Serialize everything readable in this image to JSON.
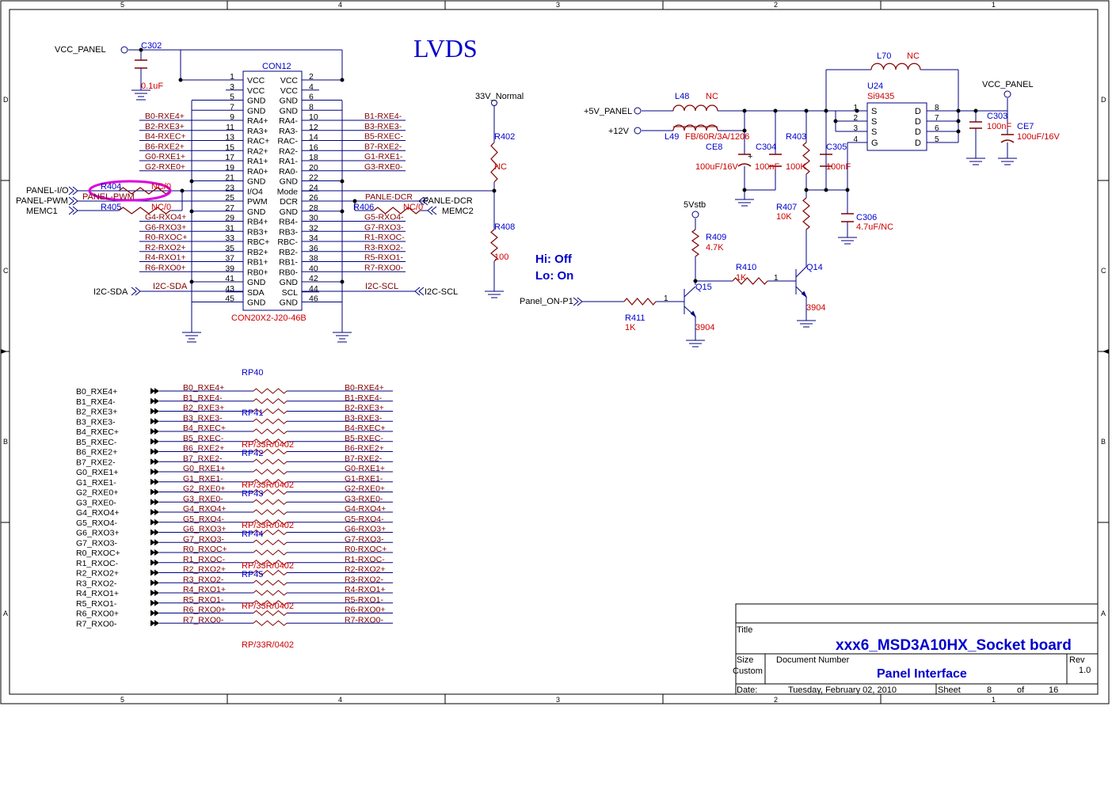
{
  "page": {
    "title": "LVDS",
    "note_hi": "Hi: Off",
    "note_lo": "Lo: On",
    "border_cols": [
      "5",
      "4",
      "3",
      "2",
      "1"
    ],
    "border_rows": [
      "D",
      "C",
      "B",
      "A"
    ]
  },
  "colors": {
    "wire": "#000080",
    "pin_text": "#800000",
    "refdes": "#0000cc",
    "value": "#cc0000",
    "frame": "#000000",
    "highlight": "#e000e0"
  },
  "con12": {
    "refdes": "CON12",
    "part": "CON20X2-J20-46B",
    "left_signals": [
      "",
      "",
      "",
      "",
      "B0-RXE4+",
      "B2-RXE3+",
      "B4-RXEC+",
      "B6-RXE2+",
      "G0-RXE1+",
      "G2-RXE0+",
      "",
      "",
      "",
      "G4-RXO4+",
      "G6-RXO3+",
      "R0-RXOC+",
      "R2-RXO2+",
      "R4-RXO1+",
      "R6-RXO0+",
      "",
      "",
      ""
    ],
    "right_signals": [
      "",
      "",
      "",
      "",
      "B1-RXE4-",
      "B3-RXE3-",
      "B5-RXEC-",
      "B7-RXE2-",
      "G1-RXE1-",
      "G3-RXE0-",
      "",
      "PANLE-DCR",
      "",
      "G5-RXO4-",
      "G7-RXO3-",
      "R1-RXOC-",
      "R3-RXO2-",
      "R5-RXO1-",
      "R7-RXO0-",
      "",
      "I2C-SCL",
      ""
    ],
    "left_pin_numbers": [
      "1",
      "3",
      "5",
      "7",
      "9",
      "11",
      "13",
      "15",
      "17",
      "19",
      "21",
      "23",
      "25",
      "27",
      "29",
      "31",
      "33",
      "35",
      "37",
      "39",
      "41",
      "43",
      "45"
    ],
    "right_pin_numbers": [
      "2",
      "4",
      "6",
      "8",
      "10",
      "12",
      "14",
      "16",
      "18",
      "20",
      "22",
      "24",
      "26",
      "28",
      "30",
      "32",
      "34",
      "36",
      "38",
      "40",
      "42",
      "44",
      "46"
    ],
    "left_pin_names": [
      "VCC",
      "VCC",
      "GND",
      "GND",
      "RA4+",
      "RA3+",
      "RAC+",
      "RA2+",
      "RA1+",
      "RA0+",
      "GND",
      "I/O4",
      "PWM",
      "GND",
      "RB4+",
      "RB3+",
      "RBC+",
      "RB2+",
      "RB1+",
      "RB0+",
      "GND",
      "SDA",
      "GND"
    ],
    "right_pin_names": [
      "VCC",
      "VCC",
      "GND",
      "GND",
      "RA4-",
      "RA3-",
      "RAC-",
      "RA2-",
      "RA1-",
      "RA0-",
      "GND",
      "Mode",
      "DCR",
      "GND",
      "RB4-",
      "RB3-",
      "RBC-",
      "RB2-",
      "RB1-",
      "RB0-",
      "GND",
      "SCL",
      "GND"
    ]
  },
  "left_parts": {
    "vcc_panel": "VCC_PANEL",
    "c302": "C302",
    "c302_val": "0.1uF",
    "panel_io": "PANEL-I/O",
    "panel_pwm": "PANEL-PWM",
    "memc1": "MEMC1",
    "r404": "R404",
    "r404_val": "NC/0",
    "r405": "R405",
    "r405_val": "NC/0",
    "panel_pwm_net": "PANEL-PWM",
    "i2c_sda": "I2C-SDA",
    "i2c_sda_net": "I2C-SDA",
    "i2c_scl": "I2C-SCL",
    "panle_dcr": "PANLE-DCR",
    "memc2": "MEMC2",
    "r406": "R406",
    "r406_val": "NC/0"
  },
  "mid_parts": {
    "v33": "33V_Normal",
    "r402": "R402",
    "r402_val": "NC",
    "r408": "R408",
    "r408_val": "100"
  },
  "power": {
    "p5v": "+5V_PANEL",
    "p12v": "+12V",
    "l48": "L48",
    "l48_val": "NC",
    "l49": "L49",
    "l49_val": "FB/60R/3A/1206",
    "ce8": "CE8",
    "ce8_val": "100uF/16V",
    "c304": "C304",
    "c304_val": "100nF",
    "r403": "R403",
    "r403_val": "100K",
    "c305": "C305",
    "c305_val": "100nF",
    "l70": "L70",
    "l70_val": "NC",
    "u24": "U24",
    "u24_val": "Si9435",
    "u24_pins": [
      "S",
      "S",
      "S",
      "G",
      "D",
      "D",
      "D",
      "D"
    ],
    "u24_pin_numbers": [
      "1",
      "2",
      "3",
      "4",
      "8",
      "7",
      "6",
      "5"
    ],
    "vcc_panel": "VCC_PANEL",
    "c303": "C303",
    "c303_val": "100nF",
    "ce7": "CE7",
    "ce7_val": "100uF/16V",
    "c306": "C306",
    "c306_val": "4.7uF/NC",
    "r407": "R407",
    "r407_val": "10K",
    "q14": "Q14",
    "q14_val": "3904",
    "r410": "R410",
    "r410_val": "1K",
    "v5stb": "5Vstb",
    "r409": "R409",
    "r409_val": "4.7K",
    "q15": "Q15",
    "q15_val": "3904",
    "panel_on": "Panel_ON-P1",
    "r411": "R411",
    "r411_val": "1K"
  },
  "rp": {
    "left_labels": [
      "B0_RXE4+",
      "B1_RXE4-",
      "B2_RXE3+",
      "B3_RXE3-",
      "B4_RXEC+",
      "B5_RXEC-",
      "B6_RXE2+",
      "B7_RXE2-",
      "G0_RXE1+",
      "G1_RXE1-",
      "G2_RXE0+",
      "G3_RXE0-",
      "G4_RXO4+",
      "G5_RXO4-",
      "G6_RXO3+",
      "G7_RXO3-",
      "R0_RXOC+",
      "R1_RXOC-",
      "R2_RXO2+",
      "R3_RXO2-",
      "R4_RXO1+",
      "R5_RXO1-",
      "R6_RXO0+",
      "R7_RXO0-"
    ],
    "right_labels": [
      "B0-RXE4+",
      "B1-RXE4-",
      "B2-RXE3+",
      "B3-RXE3-",
      "B4-RXEC+",
      "B5-RXEC-",
      "B6-RXE2+",
      "B7-RXE2-",
      "G0-RXE1+",
      "G1-RXE1-",
      "G2-RXE0+",
      "G3-RXE0-",
      "G4-RXO4+",
      "G5-RXO4-",
      "G6-RXO3+",
      "G7-RXO3-",
      "R0-RXOC+",
      "R1-RXOC-",
      "R2-RXO2+",
      "R3-RXO2-",
      "R4-RXO1+",
      "R5-RXO1-",
      "R6-RXO0+",
      "R7-RXO0-"
    ],
    "packs": [
      "RP40",
      "RP41",
      "RP42",
      "RP43",
      "RP44",
      "RP45"
    ],
    "pack_value": "RP/33R/0402"
  },
  "title_block": {
    "title_label": "Title",
    "title": "xxx6_MSD3A10HX_Socket board",
    "size_label": "Size",
    "size": "Custom",
    "docnum_label": "Document Number",
    "docnum": "Panel Interface",
    "rev_label": "Rev",
    "rev": "1.0",
    "date_label": "Date:",
    "date": "Tuesday, February 02, 2010",
    "sheet_label": "Sheet",
    "sheet": "8",
    "of_label": "of",
    "sheets": "16"
  }
}
